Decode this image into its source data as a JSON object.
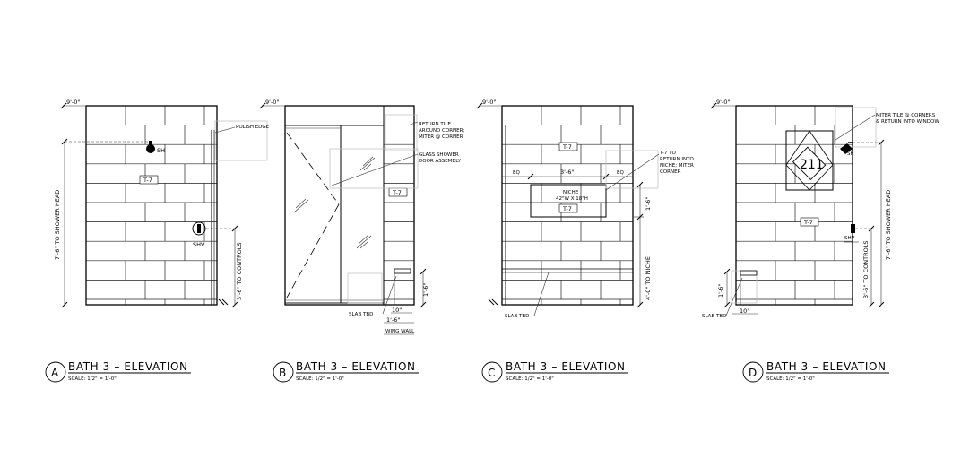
{
  "elevations": [
    {
      "letter": "A",
      "title": "BATH 3 – ELEVATION",
      "scale": "SCALE: 1/2\" = 1'-0\"",
      "top_dim": "9'-0\"",
      "tile_tag": "T-7",
      "callouts": [
        "POLISH EDGE"
      ],
      "fixtures": [
        "SH",
        "SHV"
      ],
      "dims": [
        "7'-6\" TO SHOWER HEAD",
        "3'-6\" TO CONTROLS"
      ]
    },
    {
      "letter": "B",
      "title": "BATH 3 – ELEVATION",
      "scale": "SCALE: 1/2\" = 1'-0\"",
      "top_dim": "9'-0\"",
      "tile_tag": "T-7",
      "callouts": [
        "RETURN TILE",
        "AROUND CORNER;",
        "MITER @ CORNER",
        "GLASS SHOWER",
        "DOOR ASSEMBLY",
        "SLAB TBD",
        "WING WALL"
      ],
      "dims": [
        "1'-6\"",
        "10\"",
        "1'-6\""
      ]
    },
    {
      "letter": "C",
      "title": "BATH 3 – ELEVATION",
      "scale": "SCALE: 1/2\" = 1'-0\"",
      "top_dim": "9'-0\"",
      "tile_tag": "T-7",
      "niche_tag": "T-7",
      "niche_label": "NICHE",
      "niche_size": "42\"W X 18\"H",
      "callouts": [
        "T-7 TO",
        "RETURN INTO",
        "NICHE; MITER",
        "CORNER",
        "SLAB TBD"
      ],
      "dims": [
        "EQ",
        "3'-6\"",
        "EQ",
        "1'-6\"",
        "4'-0\" TO NICHE"
      ]
    },
    {
      "letter": "D",
      "title": "BATH 3 – ELEVATION",
      "scale": "SCALE: 1/2\" = 1'-0\"",
      "top_dim": "9'-0\"",
      "tile_tag": "T-7",
      "window_number": "211",
      "callouts": [
        "MITER TILE @ CORNERS",
        "& RETURN INTO WINDOW",
        "SLAB TBD"
      ],
      "fixtures": [
        "SH",
        "SHV"
      ],
      "dims": [
        "1'-6\"",
        "10\"",
        "3'-6\" TO CONTROLS",
        "7'-6\" TO SHOWER HEAD"
      ]
    }
  ]
}
